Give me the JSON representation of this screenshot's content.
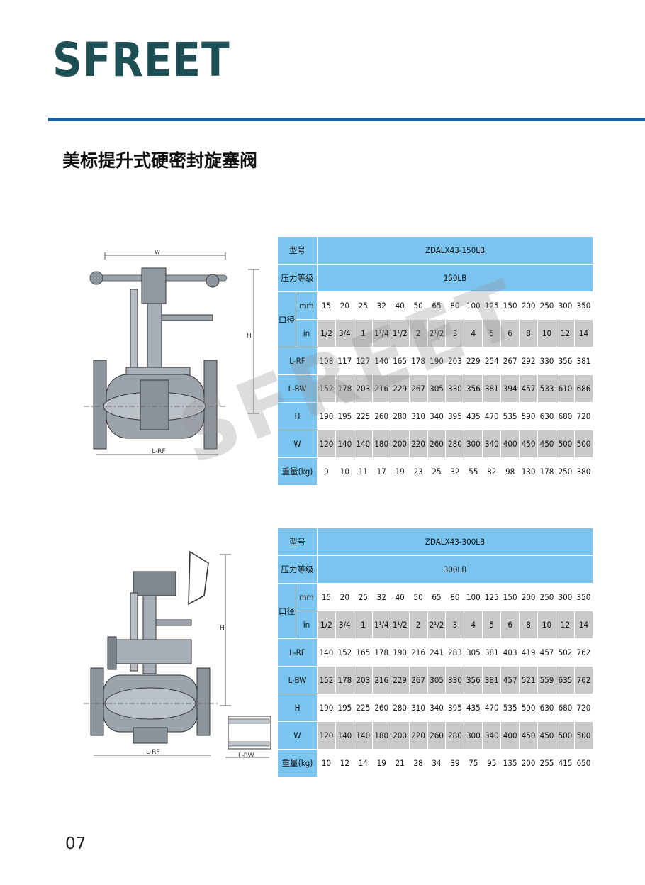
{
  "brand": "SFREET",
  "title": "美标提升式硬密封旋塞阀",
  "watermark": "SFREET",
  "page_number": "07",
  "drawing_labels": {
    "top": {
      "w": "W",
      "h": "H",
      "lrf": "L-RF"
    },
    "bottom": {
      "h": "H",
      "lrf": "L-RF",
      "lbw": "L-BW"
    }
  },
  "row_labels": {
    "model": "型号",
    "pressure": "压力等级",
    "bore": "口径",
    "mm": "mm",
    "in": "in",
    "lrf": "L-RF",
    "lbw": "L-BW",
    "h": "H",
    "w": "W",
    "weight": "重量(kg)"
  },
  "mm": [
    "15",
    "20",
    "25",
    "32",
    "40",
    "50",
    "65",
    "80",
    "100",
    "125",
    "150",
    "200",
    "250",
    "300",
    "350"
  ],
  "inch": [
    "1/2",
    "3/4",
    "1",
    "1¹/4",
    "1¹/2",
    "2",
    "2¹/2",
    "3",
    "4",
    "5",
    "6",
    "8",
    "10",
    "12",
    "14"
  ],
  "tables": [
    {
      "model": "ZDALX43-150LB",
      "pressure": "150LB",
      "lrf": [
        "108",
        "117",
        "127",
        "140",
        "165",
        "178",
        "190",
        "203",
        "229",
        "254",
        "267",
        "292",
        "330",
        "356",
        "381"
      ],
      "lbw": [
        "152",
        "178",
        "203",
        "216",
        "229",
        "267",
        "305",
        "330",
        "356",
        "381",
        "394",
        "457",
        "533",
        "610",
        "686"
      ],
      "h": [
        "190",
        "195",
        "225",
        "260",
        "280",
        "310",
        "340",
        "395",
        "435",
        "470",
        "535",
        "590",
        "630",
        "680",
        "720"
      ],
      "w": [
        "120",
        "140",
        "140",
        "180",
        "200",
        "220",
        "260",
        "280",
        "300",
        "340",
        "400",
        "450",
        "450",
        "500",
        "500"
      ],
      "weight": [
        "9",
        "10",
        "11",
        "17",
        "19",
        "23",
        "25",
        "32",
        "55",
        "82",
        "98",
        "130",
        "178",
        "250",
        "380"
      ]
    },
    {
      "model": "ZDALX43-300LB",
      "pressure": "300LB",
      "lrf": [
        "140",
        "152",
        "165",
        "178",
        "190",
        "216",
        "241",
        "283",
        "305",
        "381",
        "403",
        "419",
        "457",
        "502",
        "762"
      ],
      "lbw": [
        "152",
        "178",
        "203",
        "216",
        "229",
        "267",
        "305",
        "330",
        "356",
        "381",
        "457",
        "521",
        "559",
        "635",
        "762"
      ],
      "h": [
        "190",
        "195",
        "225",
        "260",
        "280",
        "310",
        "340",
        "395",
        "435",
        "470",
        "535",
        "590",
        "630",
        "680",
        "720"
      ],
      "w": [
        "120",
        "140",
        "140",
        "180",
        "200",
        "220",
        "260",
        "280",
        "300",
        "340",
        "400",
        "450",
        "450",
        "500",
        "500"
      ],
      "weight": [
        "10",
        "12",
        "14",
        "19",
        "21",
        "28",
        "34",
        "39",
        "75",
        "95",
        "135",
        "200",
        "255",
        "415",
        "650"
      ]
    }
  ]
}
